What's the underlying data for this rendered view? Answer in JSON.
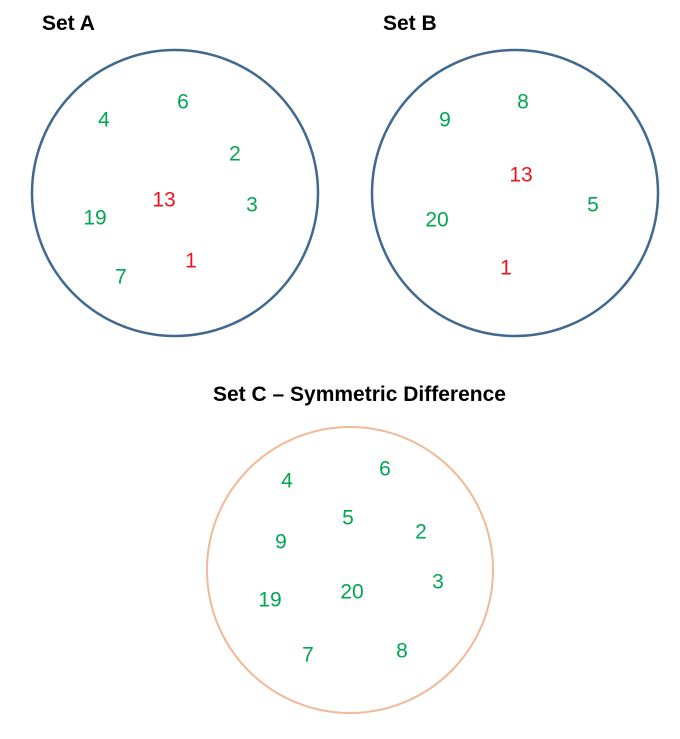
{
  "colors": {
    "member": "#00a651",
    "intersection": "#e8141e",
    "circle_ab": "#41688f",
    "circle_c": "#f0b999"
  },
  "sets": [
    {
      "id": "a",
      "title": "Set A",
      "elements": [
        {
          "value": "4",
          "kind": "member"
        },
        {
          "value": "6",
          "kind": "member"
        },
        {
          "value": "2",
          "kind": "member"
        },
        {
          "value": "13",
          "kind": "intersection"
        },
        {
          "value": "3",
          "kind": "member"
        },
        {
          "value": "19",
          "kind": "member"
        },
        {
          "value": "1",
          "kind": "intersection"
        },
        {
          "value": "7",
          "kind": "member"
        }
      ]
    },
    {
      "id": "b",
      "title": "Set B",
      "elements": [
        {
          "value": "9",
          "kind": "member"
        },
        {
          "value": "8",
          "kind": "member"
        },
        {
          "value": "13",
          "kind": "intersection"
        },
        {
          "value": "5",
          "kind": "member"
        },
        {
          "value": "20",
          "kind": "member"
        },
        {
          "value": "1",
          "kind": "intersection"
        }
      ]
    },
    {
      "id": "c",
      "title": "Set C – Symmetric Difference",
      "elements": [
        {
          "value": "4",
          "kind": "member"
        },
        {
          "value": "6",
          "kind": "member"
        },
        {
          "value": "5",
          "kind": "member"
        },
        {
          "value": "2",
          "kind": "member"
        },
        {
          "value": "9",
          "kind": "member"
        },
        {
          "value": "3",
          "kind": "member"
        },
        {
          "value": "19",
          "kind": "member"
        },
        {
          "value": "20",
          "kind": "member"
        },
        {
          "value": "7",
          "kind": "member"
        },
        {
          "value": "8",
          "kind": "member"
        }
      ]
    }
  ]
}
